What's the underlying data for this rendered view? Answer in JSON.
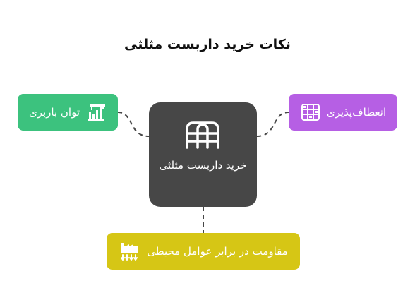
{
  "title": "نکات خرید داربست مثلثی",
  "center": {
    "label": "خرید داربست مثلثی",
    "icon": "scaffold-icon",
    "color": "#474747"
  },
  "nodes": {
    "power": {
      "label": "توان باربری",
      "icon": "crane-factory-icon",
      "color": "#3cc27e"
    },
    "flexibility": {
      "label": "انعطاف‌پذیری",
      "icon": "adjustable-grid-icon",
      "color": "#b65fe4"
    },
    "environment": {
      "label": "مقاومت در برابر عوامل محیطی",
      "icon": "factory-rain-icon",
      "color": "#d6c615"
    }
  }
}
